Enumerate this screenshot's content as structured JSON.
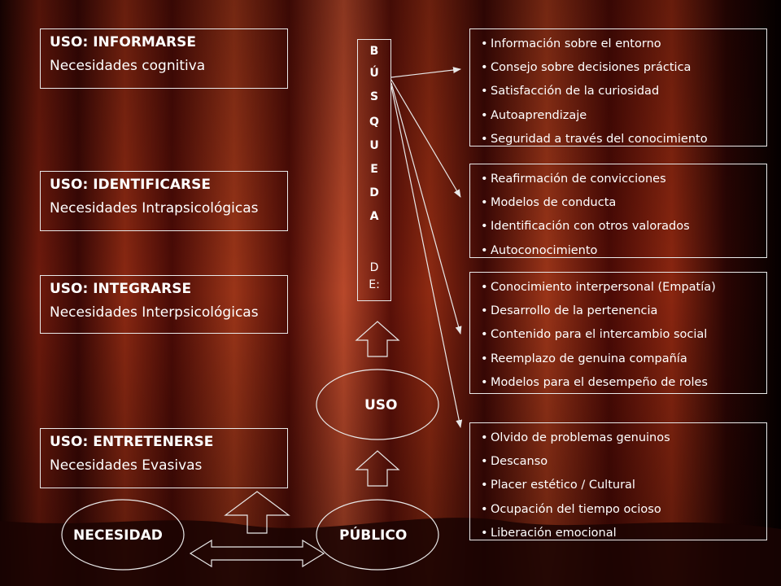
{
  "uses": [
    {
      "title": "USO: INFORMARSE",
      "need": "Necesidades cognitiva"
    },
    {
      "title": "USO: IDENTIFICARSE",
      "need": "Necesidades Intrapsicológicas"
    },
    {
      "title": "USO: INTEGRARSE",
      "need": "Necesidades Interpsicológicas"
    },
    {
      "title": "USO: ENTRETENERSE",
      "need": "Necesidades Evasivas"
    }
  ],
  "search_label": [
    "B",
    "Ú",
    "S",
    "Q",
    "U",
    "E",
    "D",
    "A",
    "D",
    "E:"
  ],
  "lists": [
    [
      "Información sobre el entorno",
      "Consejo sobre decisiones práctica",
      "Satisfacción de la curiosidad",
      "Autoaprendizaje",
      "Seguridad a través del conocimiento"
    ],
    [
      "Reafirmación de convicciones",
      "Modelos de conducta",
      "Identificación con otros valorados",
      "Autoconocimiento"
    ],
    [
      "Conocimiento interpersonal (Empatía)",
      "Desarrollo de la pertenencia",
      "Contenido para el intercambio social",
      "Reemplazo de genuina compañía",
      "Modelos para el desempeño de roles"
    ],
    [
      "Olvido de problemas genuinos",
      "Descanso",
      "Placer estético / Cultural",
      "Ocupación del tiempo ocioso",
      "Liberación emocional"
    ]
  ],
  "ellipses": {
    "uso": "USO",
    "necesidad": "NECESIDAD",
    "publico": "PÚBLICO"
  },
  "colors": {
    "curtain_dark": "#2a0503",
    "curtain_red": "#8a2410",
    "curtain_highlight": "#c8502a",
    "line": "#e8e8e8"
  }
}
